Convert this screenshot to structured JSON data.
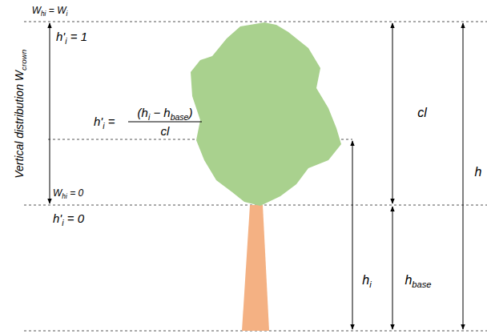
{
  "diagram": {
    "labels": [
      "Whi = Wi",
      "h'i = 1",
      "Vertical distribution Wcrown",
      "h'i =",
      "(hi − hbase)",
      "cl",
      "Whi = 0",
      "h'i = 0",
      "cl",
      "h",
      "hi",
      "hbase"
    ]
  }
}
